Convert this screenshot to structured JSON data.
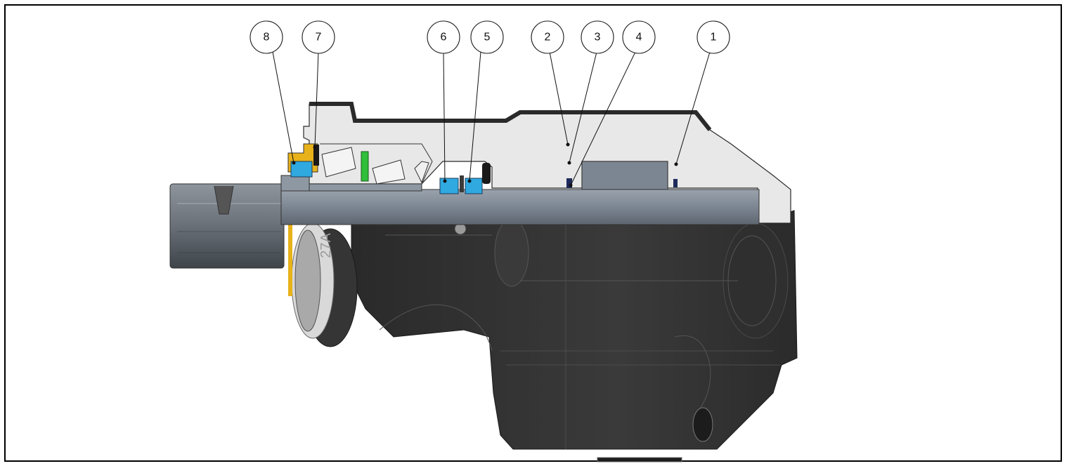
{
  "figure": {
    "background_color": "#ffffff",
    "frame_color": "#000000",
    "housing_dark_color": "#2f2f2f",
    "section_light_color": "#e8e8e8",
    "shaft_color": "#808c9a",
    "seal_blue_color": "#2fa9e0",
    "bearing_yellow_color": "#e8b21a",
    "ring_green_color": "#2fbf3a"
  },
  "callouts": [
    {
      "id": "c8",
      "label": "8"
    },
    {
      "id": "c7",
      "label": "7"
    },
    {
      "id": "c6",
      "label": "6"
    },
    {
      "id": "c5",
      "label": "5"
    },
    {
      "id": "c2",
      "label": "2"
    },
    {
      "id": "c3",
      "label": "3"
    },
    {
      "id": "c4",
      "label": "4"
    },
    {
      "id": "c1",
      "label": "1"
    }
  ],
  "casting_mark": "27A"
}
